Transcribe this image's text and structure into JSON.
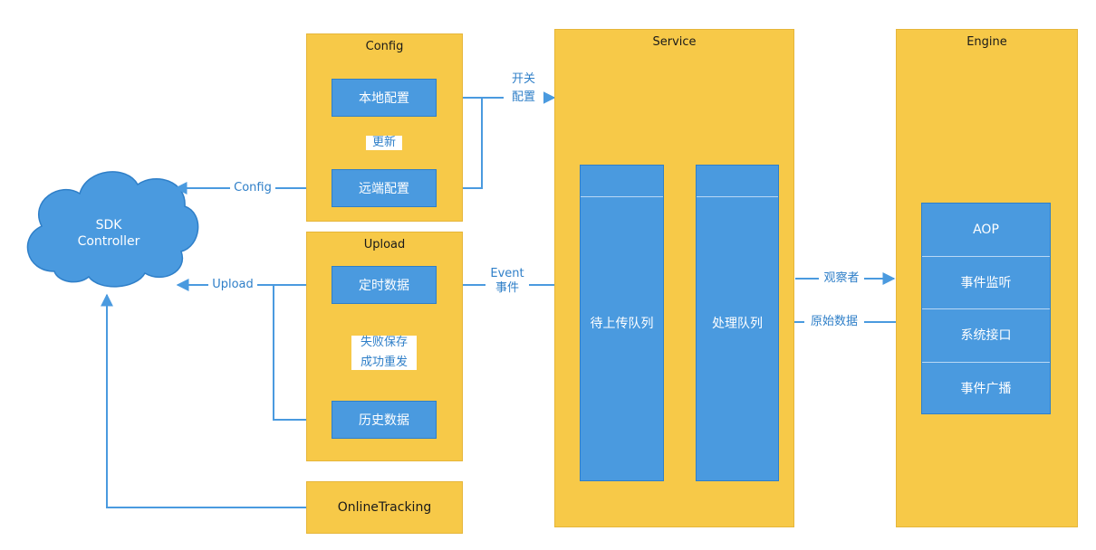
{
  "config": {
    "title": "Config",
    "local": "本地配置",
    "update": "更新",
    "remote": "远端配置"
  },
  "upload": {
    "title": "Upload",
    "scheduled": "定时数据",
    "fail_save": "失败保存",
    "success_resend": "成功重发",
    "history": "历史数据"
  },
  "online_tracking": "OnlineTracking",
  "sdk": {
    "line1": "SDK",
    "line2": "Controller"
  },
  "service": {
    "title": "Service",
    "pending_queue": "待上传队列",
    "processing_queue": "处理队列"
  },
  "engine": {
    "title": "Engine",
    "items": [
      "AOP",
      "事件监听",
      "系统接口",
      "事件广播"
    ]
  },
  "edges": {
    "config": "Config",
    "upload": "Upload",
    "switch": "开关",
    "switch_config": "配置",
    "event_en": "Event",
    "event_cn": "事件",
    "observer": "观察者",
    "raw_data": "原始数据"
  },
  "colors": {
    "yellow": "#f7c948",
    "blue": "#4a9adf",
    "line": "#4a9adf",
    "cloud": "#4a9adf"
  }
}
